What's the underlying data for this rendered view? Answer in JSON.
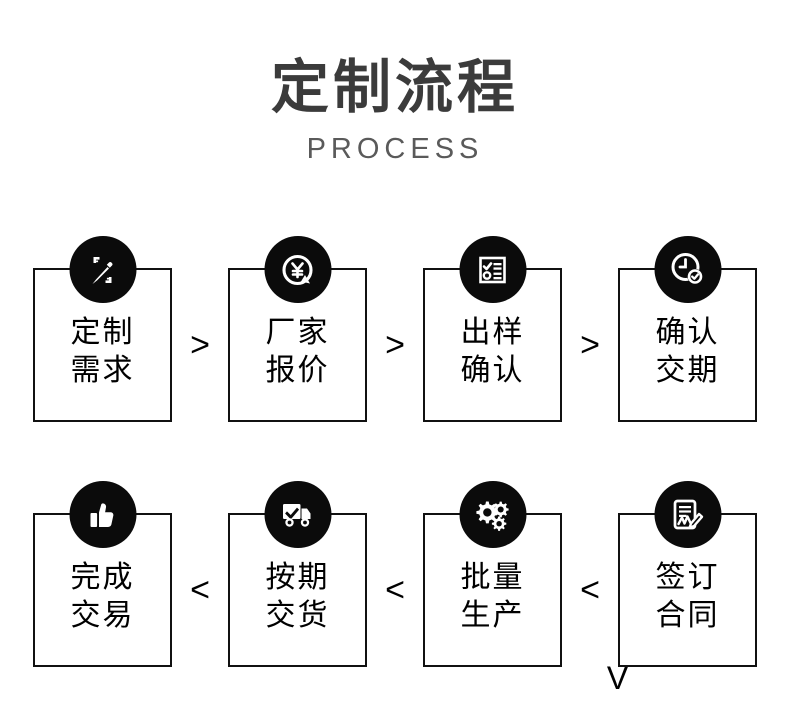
{
  "header": {
    "title": "定制流程",
    "subtitle": "PROCESS"
  },
  "theme": {
    "background": "#ffffff",
    "title_color": "#3b3b3b",
    "subtitle_color": "#5a5a5a",
    "box_border_color": "#111111",
    "icon_badge_color": "#0b0b0b",
    "text_color": "#000000"
  },
  "flow": {
    "row1": {
      "steps": [
        {
          "index": 1,
          "line1": "定制",
          "line2": "需求",
          "icon": "pencil-design-icon"
        },
        {
          "index": 2,
          "line1": "厂家",
          "line2": "报价",
          "icon": "yuan-quote-bubble-icon"
        },
        {
          "index": 3,
          "line1": "出样",
          "line2": "确认",
          "icon": "checklist-icon"
        },
        {
          "index": 4,
          "line1": "确认",
          "line2": "交期",
          "icon": "clock-check-icon"
        }
      ],
      "connectors": [
        ">",
        ">",
        ">"
      ]
    },
    "row2": {
      "steps": [
        {
          "index": 8,
          "line1": "完成",
          "line2": "交易",
          "icon": "thumbs-up-icon"
        },
        {
          "index": 7,
          "line1": "按期",
          "line2": "交货",
          "icon": "delivery-truck-check-icon"
        },
        {
          "index": 6,
          "line1": "批量",
          "line2": "生产",
          "icon": "gears-icon"
        },
        {
          "index": 5,
          "line1": "签订",
          "line2": "合同",
          "icon": "contract-signing-icon"
        }
      ],
      "connectors": [
        "<",
        "<",
        "<"
      ]
    },
    "vertical_connector": "V"
  }
}
